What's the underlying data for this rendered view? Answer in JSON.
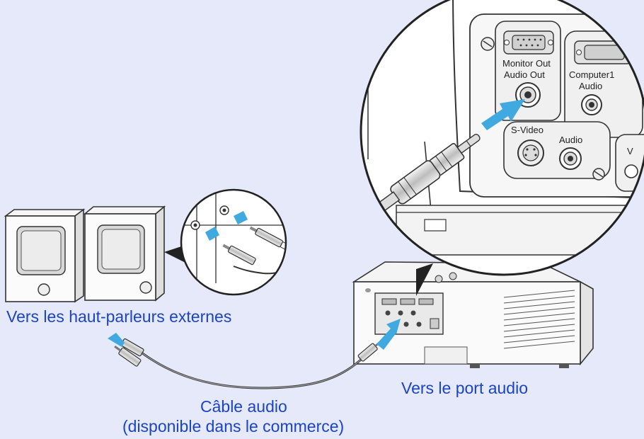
{
  "labels": {
    "speakers": "Vers les haut-parleurs externes",
    "audio_port": "Vers le port audio",
    "cable_line1": "Câble audio",
    "cable_line2": "(disponible dans le commerce)"
  },
  "ports": {
    "monitor_out": "Monitor Out",
    "audio_out": "Audio Out",
    "computer1": "Computer1",
    "computer1_audio": "Audio",
    "s_video": "S-Video",
    "audio": "Audio",
    "cut_letter": "V"
  },
  "colors": {
    "background": "#e6e9fa",
    "label": "#1a44c4",
    "arrow": "#3fa9e0"
  }
}
